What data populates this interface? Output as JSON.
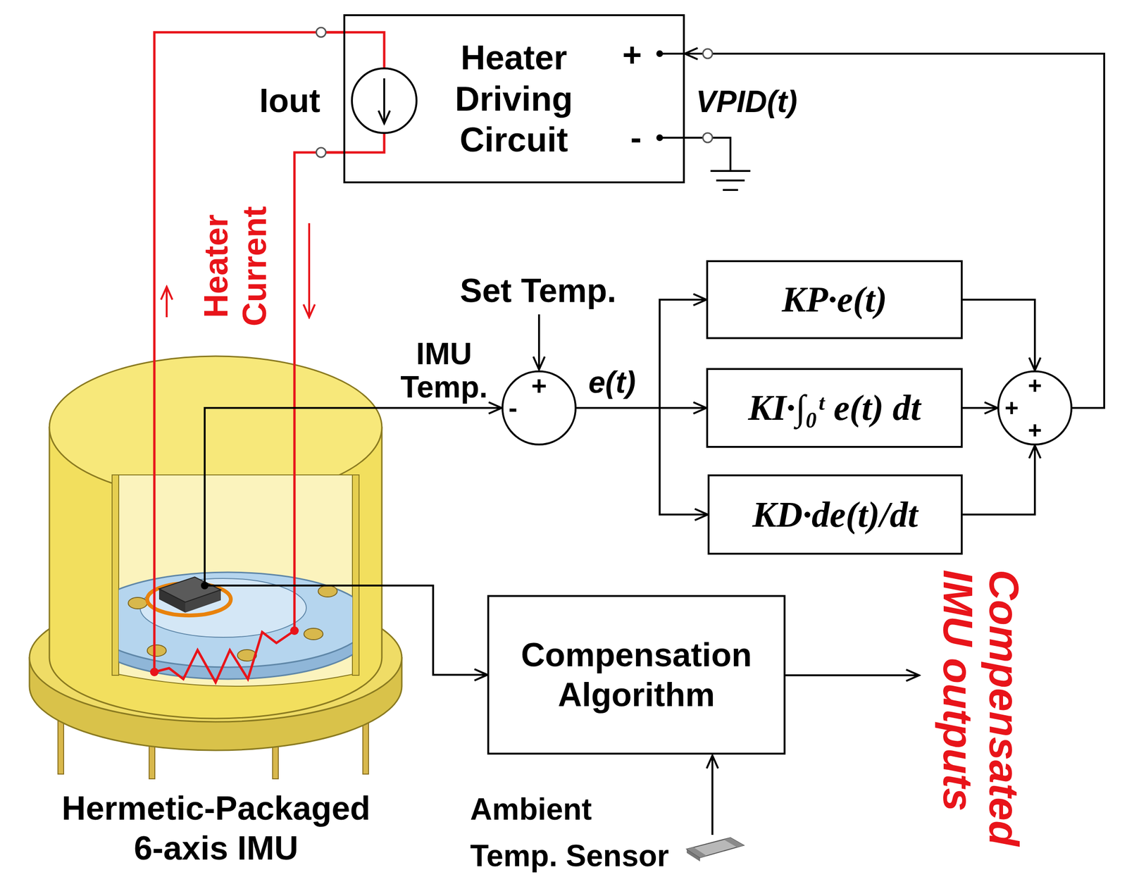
{
  "diagram": {
    "nodes": [
      {
        "text": [
          "Heater Driving Circuit"
        ]
      },
      {
        "text": [
          "+",
          "-"
        ]
      },
      {
        "text": [
          "KP·e(t)"
        ]
      },
      {
        "text": [
          "KI·∫₀ᵗ e(t) dt"
        ]
      },
      {
        "text": [
          "KD·de(t)/dt"
        ]
      },
      {
        "text": [
          "+",
          "+",
          "+"
        ]
      },
      {
        "text": [
          "Hermetic-Packaged 6-axis IMU"
        ]
      },
      {
        "text": [
          "Compensation Algorithm"
        ]
      }
    ],
    "edges": [
      {
        "from": 0,
        "to": 6,
        "arrow": "none"
      },
      {
        "from": 0,
        "to": 6,
        "arrow": "none"
      },
      {
        "from": 6,
        "to": 1,
        "label": "IMU Temp.",
        "arrow": "to"
      },
      {
        "from": 1,
        "to": 2,
        "arrow": "to"
      },
      {
        "from": 1,
        "to": 3,
        "arrow": "to"
      },
      {
        "from": 1,
        "to": 4,
        "arrow": "to"
      },
      {
        "from": 2,
        "to": 5,
        "arrow": "to"
      },
      {
        "from": 3,
        "to": 5,
        "arrow": "to"
      },
      {
        "from": 4,
        "to": 5,
        "arrow": "to"
      },
      {
        "from": 5,
        "to": 0,
        "arrow": "to"
      },
      {
        "from": 6,
        "to": 7,
        "arrow": "to"
      }
    ],
    "labels": [
      "Iout",
      "+",
      "-",
      "VPID(t)",
      "Heater Current",
      "Set Temp.",
      "e(t)",
      "Ambient Temp. Sensor",
      "Compensated IMU outputs"
    ]
  }
}
